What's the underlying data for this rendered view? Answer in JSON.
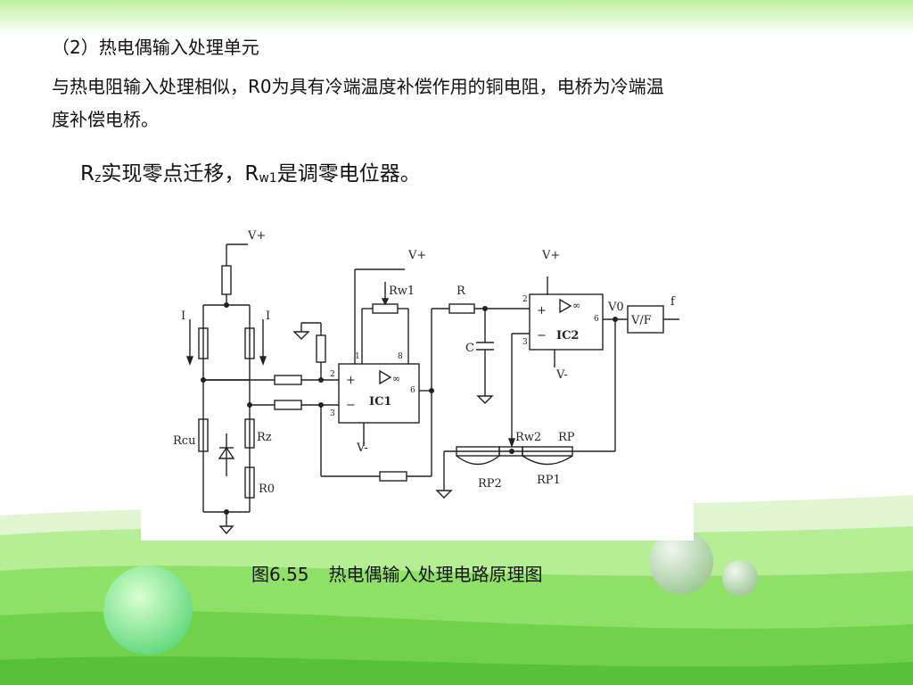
{
  "heading": "（2）热电偶输入处理单元",
  "paragraph": {
    "line1": "与热电阻输入处理相似，R0为具有冷端温度补偿作用的铜电阻，电桥为冷端温",
    "line2": "度补偿电桥。"
  },
  "note": {
    "r_main": "R",
    "z_sub": "z",
    "text1": "实现零点迁移，",
    "r_main2": "R",
    "w1_sub": "w1",
    "text2": "是调零电位器。"
  },
  "caption": {
    "number": "图6.55",
    "title": "热电偶输入处理电路原理图"
  },
  "circuit_labels": {
    "v_plus": "V+",
    "v_minus": "V-",
    "current": "I",
    "r_cu": "Rcu",
    "r_z": "Rz",
    "r_0": "R0",
    "r_w1": "Rw1",
    "r": "R",
    "c": "C",
    "ic1": "IC1",
    "ic2": "IC2",
    "v0": "V0",
    "vf": "V/F",
    "f": "f",
    "r_w2": "Rw2",
    "r_p": "RP",
    "r_p1": "RP1",
    "r_p2": "RP2",
    "plus": "+",
    "minus": "−",
    "infinity": "∞",
    "pin1": "1",
    "pin8": "8",
    "pin2": "2",
    "pin3": "3",
    "pin6": "6"
  },
  "colors": {
    "accent_green": "#7fd05a",
    "light_green": "#c8f0b0"
  }
}
